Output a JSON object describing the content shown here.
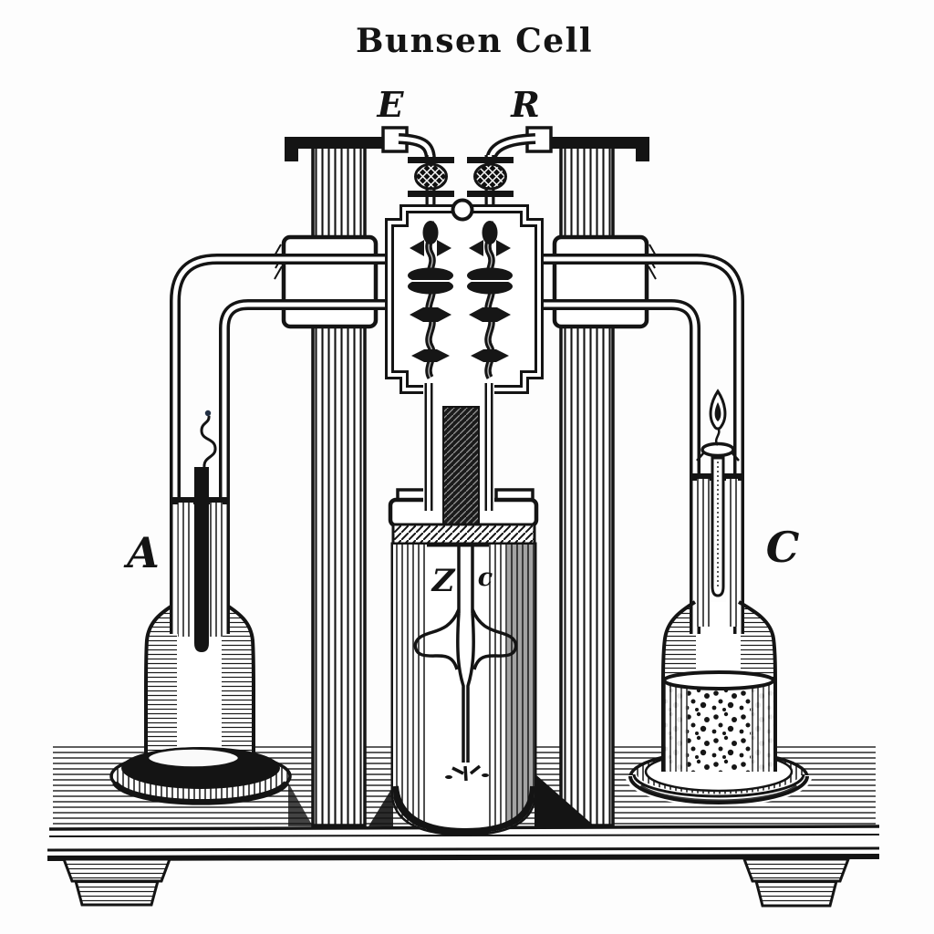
{
  "title": "Bunsen Cell",
  "labels": {
    "terminal_left": "E",
    "terminal_right": "R",
    "vessel_left": "A",
    "vessel_right": "C",
    "electrode_z": "Z",
    "electrode_c": "c"
  },
  "colors": {
    "ink": "#141414",
    "paper": "#fdfdfd"
  }
}
